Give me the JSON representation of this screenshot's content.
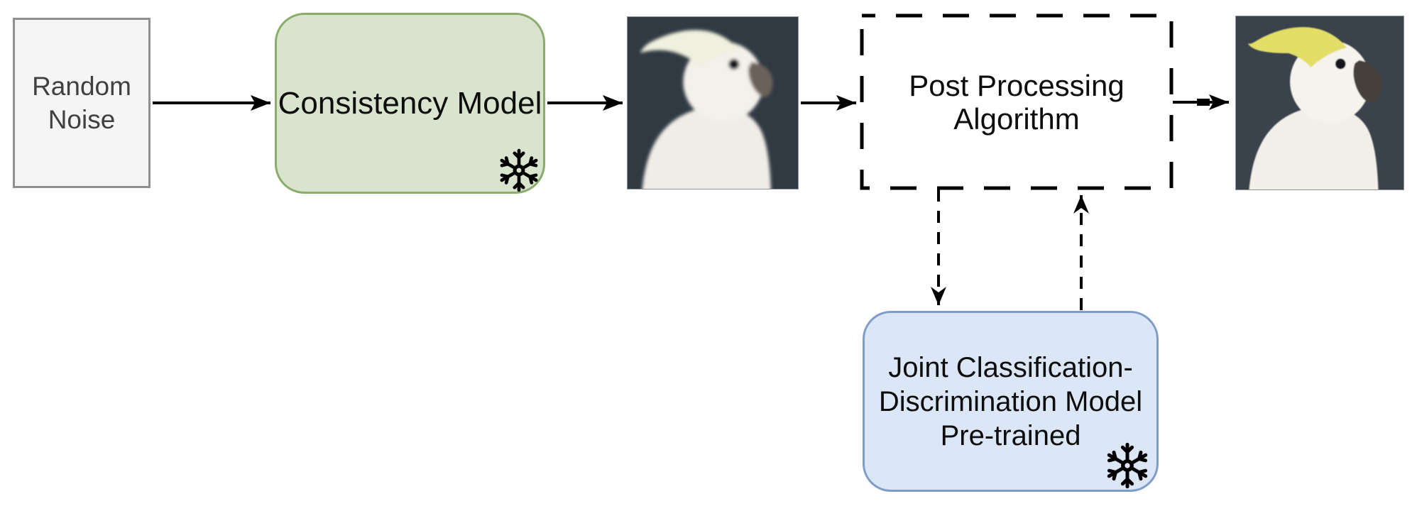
{
  "diagram": {
    "nodes": {
      "random_noise": {
        "lines": [
          "Random",
          "Noise"
        ],
        "fill": "#f5f5f5",
        "border_color": "#909090",
        "text_color": "#404040",
        "shape": "rectangle"
      },
      "consistency_model": {
        "label": "Consistency Model",
        "fill": "#d8e4ce",
        "border_color": "#8aad6d",
        "text_color": "#0d0d0d",
        "shape": "rounded-rectangle",
        "frozen_icon": "snowflake"
      },
      "post_processing": {
        "lines": [
          "Post Processing",
          "Algorithm"
        ],
        "fill": "#ffffff",
        "border_color": "#000000",
        "border_style": "dashed",
        "text_color": "#0d0d0d",
        "shape": "dashed-rectangle"
      },
      "joint_model": {
        "lines": [
          "Joint Classification-",
          "Discrimination Model",
          "Pre-trained"
        ],
        "fill": "#dbe6f7",
        "border_color": "#7e9cc9",
        "text_color": "#0d0d0d",
        "shape": "rounded-rectangle",
        "frozen_icon": "snowflake"
      }
    },
    "images": {
      "generated_sample": {
        "description": "blurry white cockatoo on dark background",
        "background": "#313a43",
        "crest_color": "#eff0de",
        "beak_color": "#6b6258"
      },
      "refined_sample": {
        "description": "sharp cockatoo with yellow crest on dark background",
        "background": "#3a434c",
        "crest_color": "#e2de66",
        "beak_color": "#453f3a"
      }
    },
    "connectors": {
      "solid_arrows": [
        "random-noise to consistency-model",
        "consistency-model to generated-sample",
        "generated-sample to post-processing",
        "post-processing to refined-sample"
      ],
      "dashed_arrows": [
        "post-processing down to joint-model",
        "joint-model up to post-processing"
      ],
      "color": "#000000"
    }
  }
}
